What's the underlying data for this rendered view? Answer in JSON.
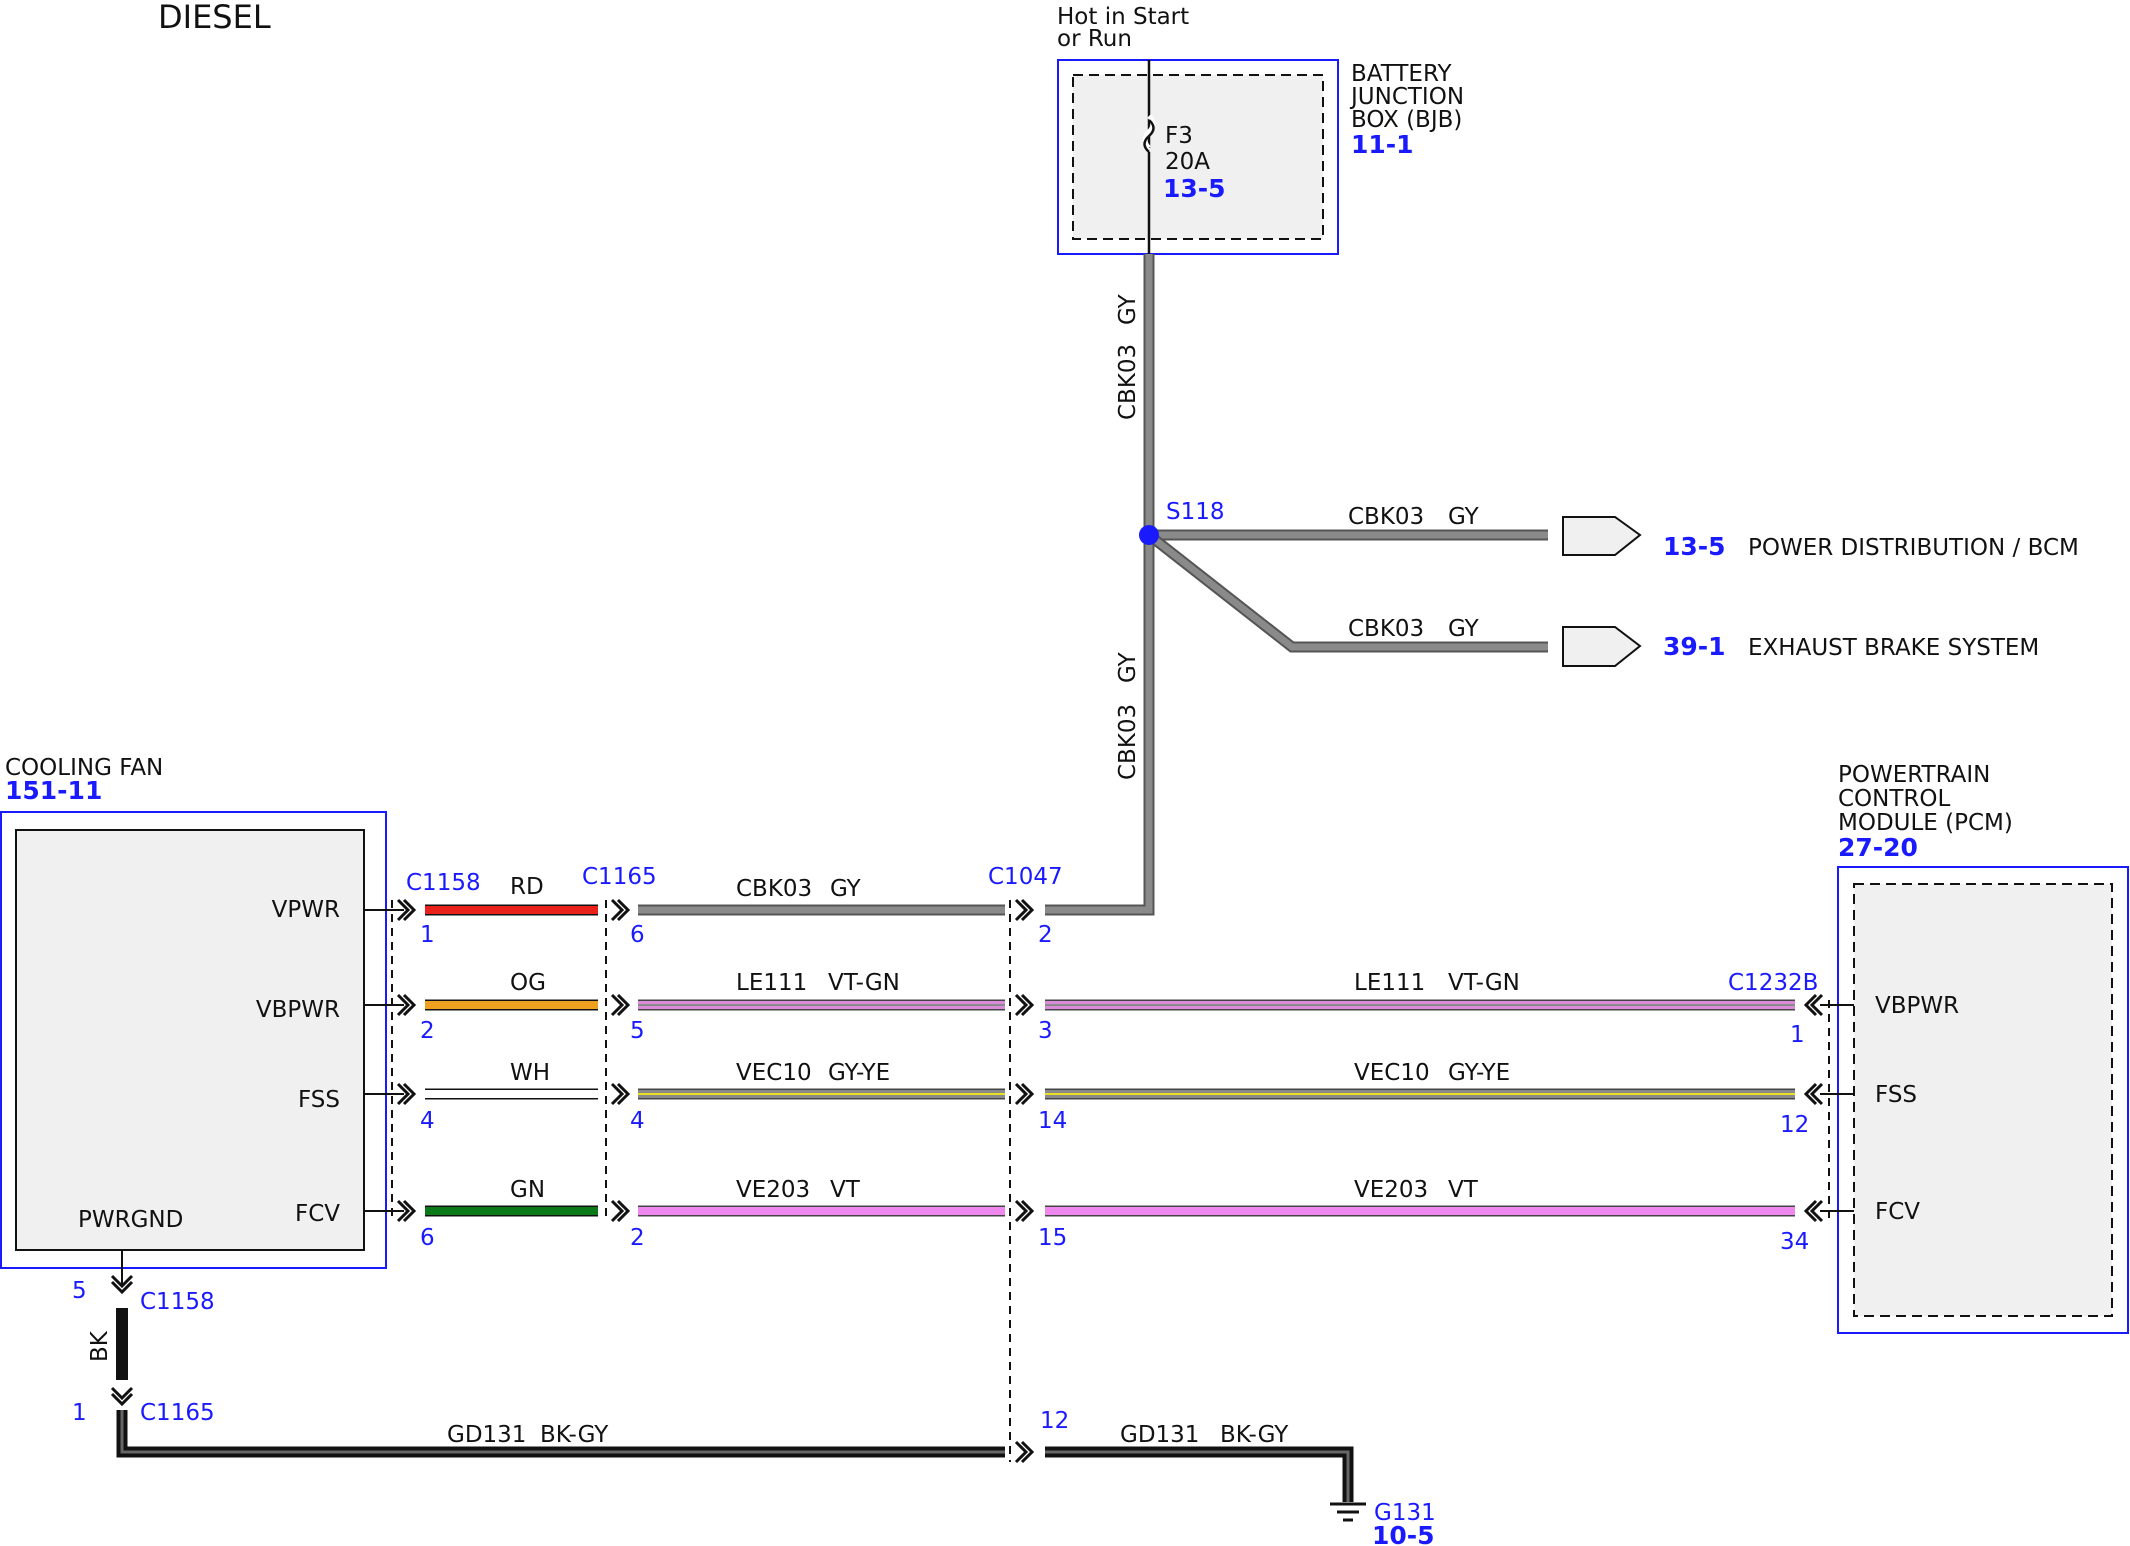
{
  "title": "DIESEL",
  "bjb": {
    "note_line1": "Hot in Start",
    "note_line2": "or Run",
    "name_line1": "BATTERY",
    "name_line2": "JUNCTION",
    "name_line3": "BOX (BJB)",
    "ref": "11-1",
    "fuse_name": "F3",
    "fuse_rating": "20A",
    "fuse_ref": "13-5"
  },
  "feed_wire": {
    "circuit": "CBK03",
    "color": "GY"
  },
  "splice": {
    "name": "S118",
    "color_hex": "#1a1aff",
    "branches": [
      {
        "circuit": "CBK03",
        "color": "GY",
        "ref": "13-5",
        "system": "POWER DISTRIBUTION / BCM"
      },
      {
        "circuit": "CBK03",
        "color": "GY",
        "ref": "39-1",
        "system": "EXHAUST BRAKE SYSTEM"
      }
    ]
  },
  "cooling_fan": {
    "name": "COOLING FAN",
    "ref": "151-11",
    "pins": [
      "VPWR",
      "VBPWR",
      "FSS",
      "FCV"
    ],
    "ground_pin": "PWRGND"
  },
  "pcm": {
    "name_line1": "POWERTRAIN",
    "name_line2": "CONTROL",
    "name_line3": "MODULE (PCM)",
    "ref": "27-20",
    "connector": "C1232B",
    "pins": [
      "VBPWR",
      "FSS",
      "FCV"
    ],
    "pin_numbers": [
      "1",
      "12",
      "34"
    ]
  },
  "connectors": {
    "c1158": "C1158",
    "c1165": "C1165",
    "c1047": "C1047"
  },
  "fan_pigtail": [
    {
      "color": "RD",
      "pin": "1",
      "hex": "#e8221a"
    },
    {
      "color": "OG",
      "pin": "2",
      "hex": "#f0a020"
    },
    {
      "color": "WH",
      "pin": "4",
      "hex": "#ffffff"
    },
    {
      "color": "GN",
      "pin": "6",
      "hex": "#0a7a18"
    }
  ],
  "harness_mid": [
    {
      "circuit": "CBK03",
      "color": "GY",
      "pin": "6"
    },
    {
      "circuit": "LE111",
      "color": "VT-GN",
      "pin": "5"
    },
    {
      "circuit": "VEC10",
      "color": "GY-YE",
      "pin": "4"
    },
    {
      "circuit": "VE203",
      "color": "VT",
      "pin": "2"
    }
  ],
  "c1047_pins": [
    "2",
    "3",
    "14",
    "15",
    "12"
  ],
  "pcm_wires": [
    {
      "circuit": "LE111",
      "color": "VT-GN"
    },
    {
      "circuit": "VEC10",
      "color": "GY-YE"
    },
    {
      "circuit": "VE203",
      "color": "VT"
    }
  ],
  "ground": {
    "c1158_pin": "5",
    "c1165_pin": "1",
    "wire_color": "BK",
    "circuit": "GD131",
    "color": "BK-GY",
    "c1047_pin": "12",
    "name": "G131",
    "ref": "10-5"
  }
}
